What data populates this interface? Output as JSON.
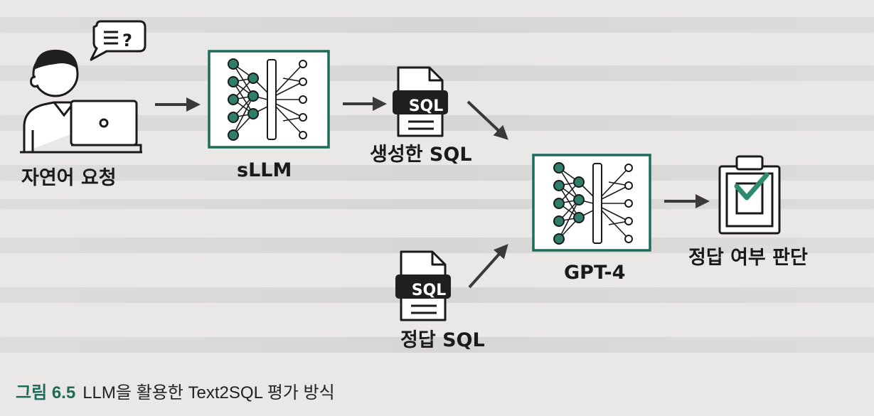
{
  "labels": {
    "user": "자연어 요청",
    "sllm": "sLLM",
    "generated_sql": "생성한 SQL",
    "gpt4": "GPT-4",
    "answer_sql": "정답 SQL",
    "verdict": "정답 여부 판단"
  },
  "doc_badge": "SQL",
  "caption": {
    "number": "그림 6.5",
    "text": "LLM을 활용한 Text2SQL 평가 방식"
  },
  "colors": {
    "accent": "#1f6b5a",
    "node": "#2f7d6b",
    "check": "#2e8c6e",
    "ink": "#1a1a1a"
  },
  "icons": [
    "user-laptop-icon",
    "speech-bubble-icon",
    "neural-net-icon",
    "sql-document-icon",
    "clipboard-check-icon",
    "arrow-icon"
  ]
}
